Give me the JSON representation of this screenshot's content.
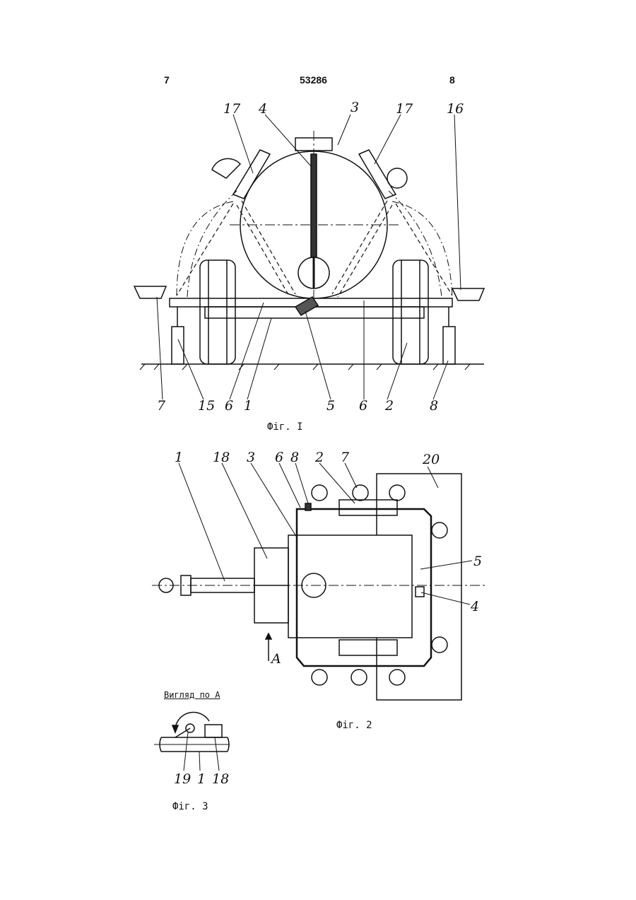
{
  "header": {
    "page_left": "7",
    "patent_number": "53286",
    "page_right": "8"
  },
  "figures": {
    "fig1": {
      "caption": "Фіг. I",
      "labels": {
        "l17a": "17",
        "l4": "4",
        "l3": "3",
        "l17b": "17",
        "l16": "16",
        "b7": "7",
        "b15": "15",
        "b6a": "6",
        "b1": "1",
        "b5": "5",
        "b6b": "6",
        "b2": "2",
        "b8": "8"
      }
    },
    "fig2": {
      "caption": "Фіг. 2",
      "labels": {
        "l1": "1",
        "l18": "18",
        "l3": "3",
        "l6": "6",
        "l8": "8",
        "l2": "2",
        "l7": "7",
        "l20": "20",
        "l5": "5",
        "l4": "4",
        "lA": "A"
      }
    },
    "fig3": {
      "view_title": "Вигляд по А",
      "caption": "Фіг. 3",
      "labels": {
        "l19": "19",
        "l1": "1",
        "l18": "18"
      }
    }
  }
}
